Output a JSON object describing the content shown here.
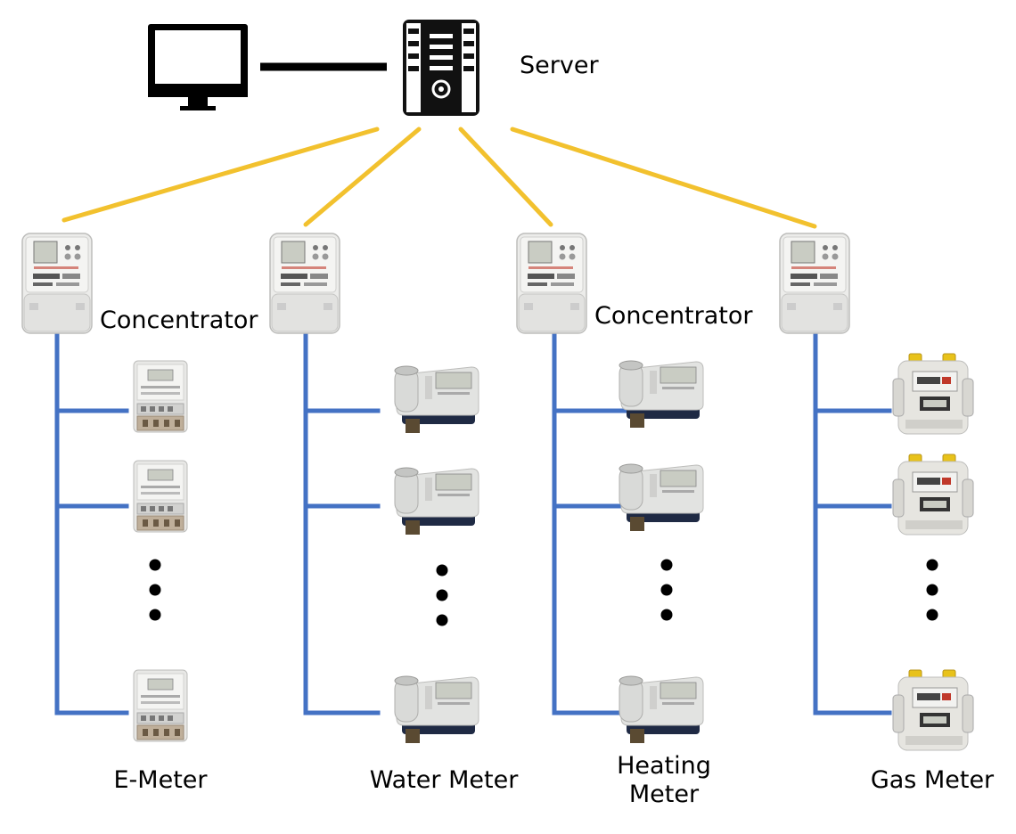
{
  "server": {
    "label": "Server"
  },
  "concentrators": [
    {
      "label": "Concentrator"
    },
    {
      "label": ""
    },
    {
      "label": "Concentrator"
    },
    {
      "label": ""
    }
  ],
  "branches": [
    {
      "meter_type": "e-meter",
      "label": "E-Meter"
    },
    {
      "meter_type": "water-meter",
      "label": "Water Meter"
    },
    {
      "meter_type": "heating-meter",
      "label_line1": "Heating",
      "label_line2": "Meter"
    },
    {
      "meter_type": "gas-meter",
      "label": "Gas Meter"
    }
  ],
  "colors": {
    "uplink": "#F2C12E",
    "bus": "#4472C4",
    "pc_link": "#000000",
    "meter_body": "#E4E4E2",
    "meter_dark": "#1F2A44",
    "gas_cap": "#E8C21A"
  }
}
